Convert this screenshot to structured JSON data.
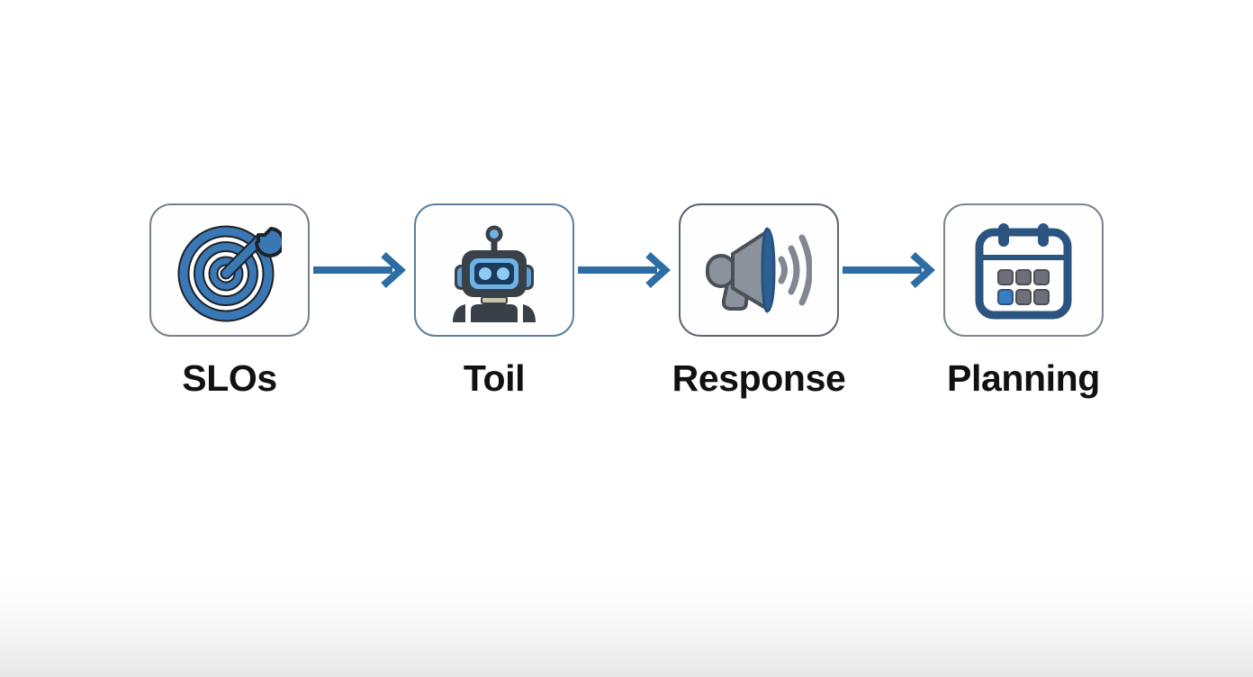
{
  "diagram": {
    "title": "SRE workflow flow diagram",
    "background_color": "#ffffff",
    "accent_color": "#2d6ca4",
    "label_color": "#111111",
    "steps": [
      {
        "label": "SLOs",
        "icon": "target-wrench-icon",
        "card_border_color": "#78808c",
        "icon_colors": {
          "ring": "#3a78b5",
          "outline": "#1d2228",
          "wrench": "#3a78b5"
        }
      },
      {
        "label": "Toil",
        "icon": "robot-icon",
        "card_border_color": "#5e7f9c",
        "icon_colors": {
          "body": "#3a4047",
          "visor": "#1b3a5c",
          "face": "#6db3e8",
          "eye": "#8ecbf2"
        }
      },
      {
        "label": "Response",
        "icon": "megaphone-icon",
        "card_border_color": "#5c6472",
        "icon_colors": {
          "body": "#8b929b",
          "outline": "#4a5058",
          "edge": "#2d5f93",
          "waves": "#808791"
        }
      },
      {
        "label": "Planning",
        "icon": "calendar-icon",
        "card_border_color": "#7d858f",
        "icon_colors": {
          "frame": "#2b5580",
          "day": "#6d7079",
          "today": "#3a7cc0"
        }
      }
    ],
    "connectors": [
      {
        "from": "SLOs",
        "to": "Toil",
        "type": "arrow-right",
        "color": "#2d6ca4"
      },
      {
        "from": "Toil",
        "to": "Response",
        "type": "arrow-right",
        "color": "#2d6ca4"
      },
      {
        "from": "Response",
        "to": "Planning",
        "type": "arrow-right",
        "color": "#2d6ca4"
      }
    ]
  }
}
